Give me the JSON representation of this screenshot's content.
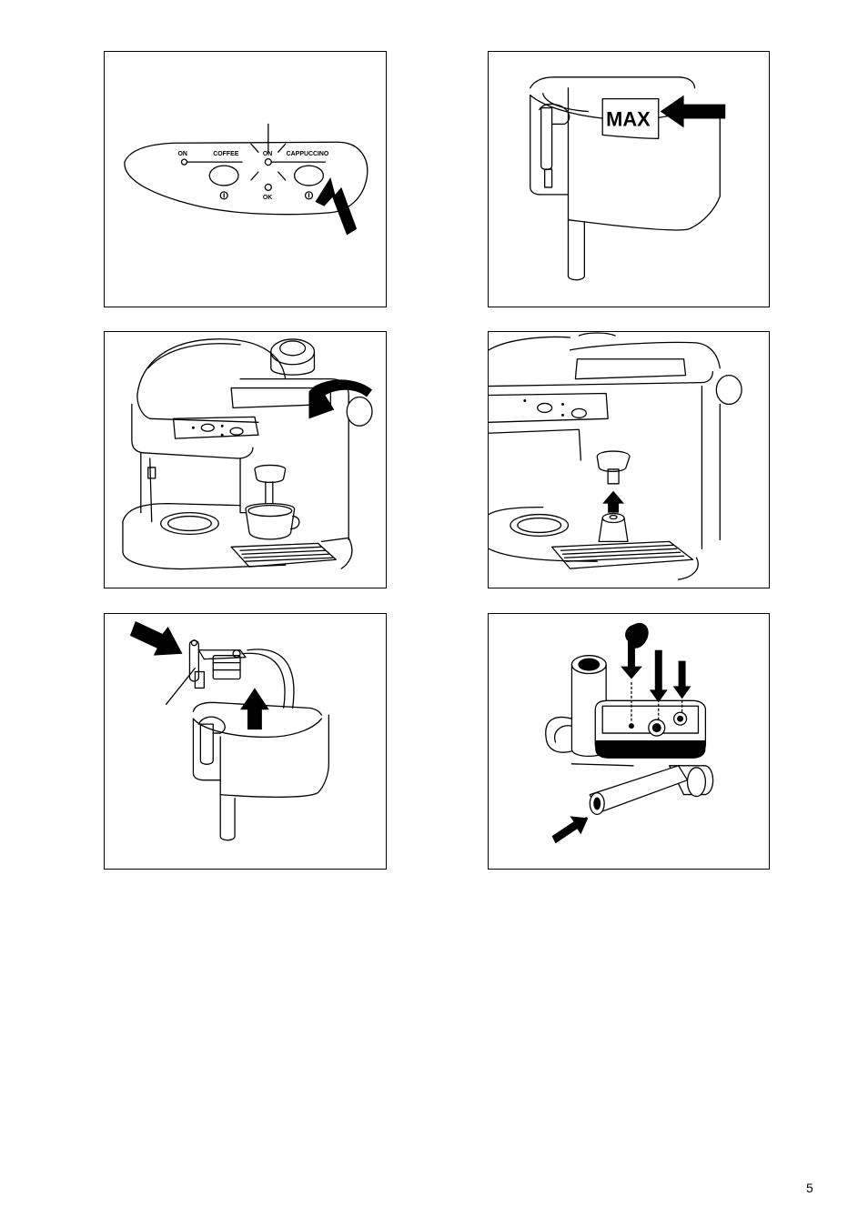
{
  "panel1": {
    "label_on_left": "ON",
    "label_coffee": "COFFEE",
    "label_on_center": "ON",
    "label_cappuccino": "CAPPUCCINO",
    "label_ok": "OK"
  },
  "panel2": {
    "max_label": "MAX"
  },
  "page_number": "5"
}
